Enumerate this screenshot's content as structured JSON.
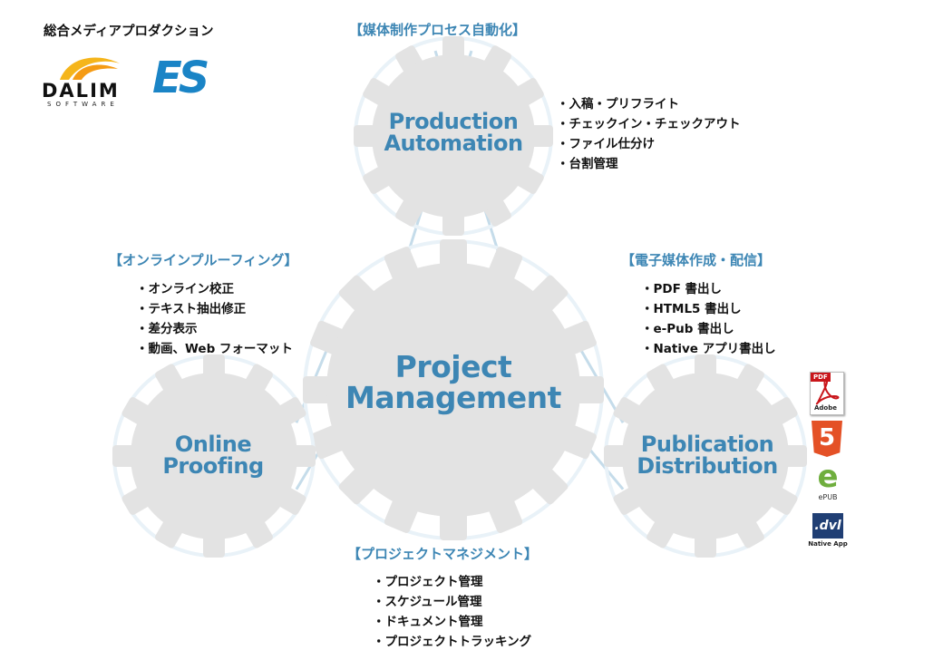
{
  "company": {
    "tagline": "総合メディアプロダクション",
    "logos": [
      {
        "name": "dalim-logo",
        "word": "DALIM",
        "sub": "SOFTWARE"
      },
      {
        "name": "es-logo",
        "word": "ES"
      }
    ]
  },
  "colors": {
    "accent": "#3d86b4",
    "gear": "#e3e3e3",
    "connector": "#c5dcea",
    "text": "#111111"
  },
  "gears": {
    "main": {
      "title": "Project\nManagement"
    },
    "top": {
      "title": "Production\nAutomation"
    },
    "left": {
      "title": "Online\nProofing"
    },
    "right": {
      "title": "Publication\nDistribution"
    }
  },
  "sections": {
    "automation": {
      "title": "【媒体制作プロセス自動化】",
      "items": [
        "入稿・プリフライト",
        "チェックイン・チェックアウト",
        "ファイル仕分け",
        "台割管理"
      ]
    },
    "proofing": {
      "title": "【オンラインプルーフィング】",
      "items": [
        "オンライン校正",
        "テキスト抽出修正",
        "差分表示",
        "動画、Web フォーマット"
      ]
    },
    "publishing": {
      "title": "【電子媒体作成・配信】",
      "items": [
        "PDF 書出し",
        "HTML5 書出し",
        "e-Pub 書出し",
        "Native アプリ書出し"
      ]
    },
    "project": {
      "title": "【プロジェクトマネジメント】",
      "items": [
        "プロジェクト管理",
        "スケジュール管理",
        "ドキュメント管理",
        "プロジェクトトラッキング"
      ]
    }
  },
  "format_icons": {
    "pdf": {
      "tag": "PDF",
      "brand": "Adobe",
      "icon": "pdf-icon"
    },
    "html5": {
      "mark": "5",
      "icon": "html5-icon"
    },
    "epub": {
      "label": "ePUB",
      "icon": "epub-icon"
    },
    "dvl": {
      "mark": ".dvl",
      "label": "Native App",
      "icon": "dvl-icon"
    }
  }
}
